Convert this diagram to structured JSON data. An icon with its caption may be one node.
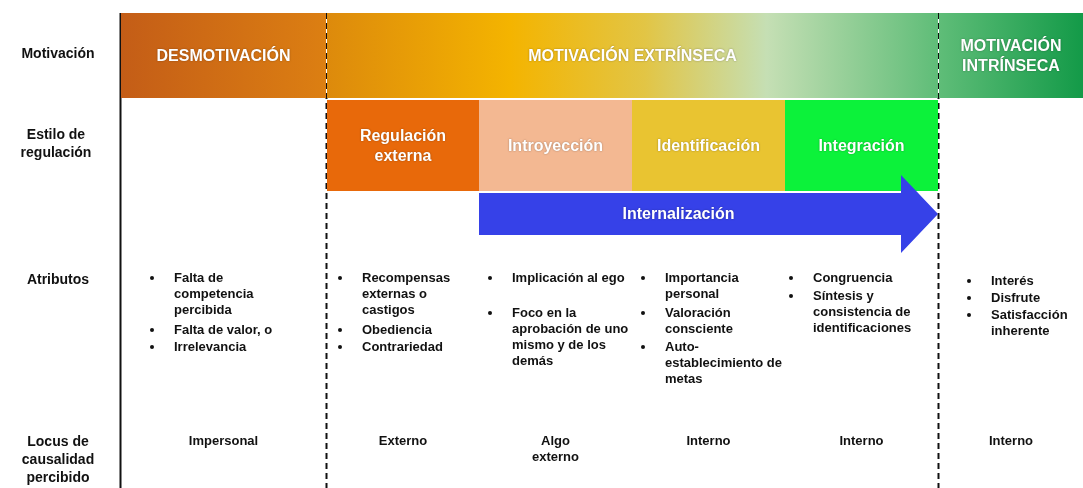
{
  "diagram": {
    "nodes": [
      {
        "text": [
          "DESMOTIVACIÓN"
        ]
      },
      {
        "text": [
          "MOTIVACIÓN EXTRÍNSECA"
        ]
      },
      {
        "text": [
          "MOTIVACIÓN INTRÍNSECA"
        ]
      },
      {
        "text": [
          "Regulación externa"
        ]
      },
      {
        "text": [
          "Introyección"
        ]
      },
      {
        "text": [
          "Identificación"
        ]
      },
      {
        "text": [
          "Integración"
        ]
      },
      {
        "text": [
          "Internalización"
        ]
      }
    ],
    "labels": [
      "Motivación",
      "Estilo de regulación",
      "Atributos",
      "Falta de competencia percibida",
      "Falta de valor, o",
      "Irrelevancia",
      "Recompensas externas o castigos",
      "Obediencia",
      "Contrariedad",
      "Implicación al ego",
      "Foco en la aprobación de uno mismo y de los demás",
      "Importancia personal",
      "Valoración consciente",
      "Auto-establecimiento de metas",
      "Congruencia",
      "Síntesis y consistencia de identificaciones",
      "Interés",
      "Disfrute",
      "Satisfacción inherente",
      "Locus de causalidad percibido",
      "Impersonal",
      "Externo",
      "Algo externo",
      "Interno",
      "Interno",
      "Interno"
    ]
  }
}
